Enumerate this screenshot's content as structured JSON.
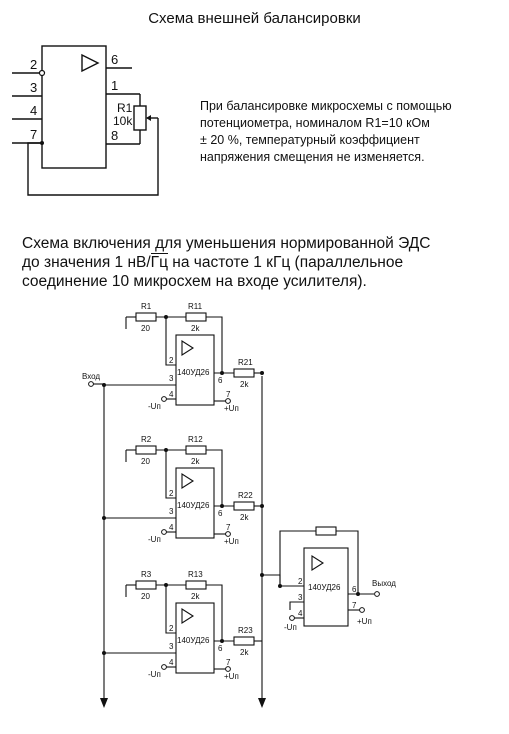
{
  "title": "Схема внешней балансировки",
  "balance_note": [
    "При балансировке микросхемы с помощью",
    "потенциометра, номиналом R1=10 кОм",
    "± 20 %, температурный коэффициент",
    "напряжения смещения не изменяется."
  ],
  "schematic1": {
    "pins": {
      "p2": "2",
      "p3": "3",
      "p4": "4",
      "p7": "7",
      "p6": "6",
      "p1": "1",
      "p8": "8"
    },
    "pot_name": "R1",
    "pot_value": "10k"
  },
  "heading2": {
    "line1": "Схема включения для уменьшения нормированной ЭДС",
    "line2_pre": "до значения 1 нВ/",
    "line2_sqrt": "Гц",
    "line2_post": " на частоте 1 кГц (параллельное",
    "line3": "соединение 10 микросхем на входе усилителя)."
  },
  "schematic2": {
    "input_label": "Вход",
    "output_label": "Выход",
    "stages": [
      {
        "r_in": "R1",
        "r_in_val": "20",
        "r_fb": "R11",
        "r_fb_val": "2k",
        "r_out": "R21",
        "r_out_val": "2k",
        "chip": "140УД26",
        "pin2": "2",
        "pin3": "3",
        "pin4": "4",
        "pin6": "6",
        "pin7": "7",
        "neg": "-Uп",
        "pos": "+Uп"
      },
      {
        "r_in": "R2",
        "r_in_val": "20",
        "r_fb": "R12",
        "r_fb_val": "2k",
        "r_out": "R22",
        "r_out_val": "2k",
        "chip": "140УД26",
        "pin2": "2",
        "pin3": "3",
        "pin4": "4",
        "pin6": "6",
        "pin7": "7",
        "neg": "-Uп",
        "pos": "+Uп"
      },
      {
        "r_in": "R3",
        "r_in_val": "20",
        "r_fb": "R13",
        "r_fb_val": "2k",
        "r_out": "R23",
        "r_out_val": "2k",
        "chip": "140УД26",
        "pin2": "2",
        "pin3": "3",
        "pin4": "4",
        "pin6": "6",
        "pin7": "7",
        "neg": "-Uп",
        "pos": "+Uп"
      }
    ],
    "output_stage": {
      "chip": "140УД26",
      "pin2": "2",
      "pin3": "3",
      "pin4": "4",
      "pin6": "6",
      "pin7": "7",
      "neg": "-Uп",
      "pos": "+Uп"
    }
  }
}
